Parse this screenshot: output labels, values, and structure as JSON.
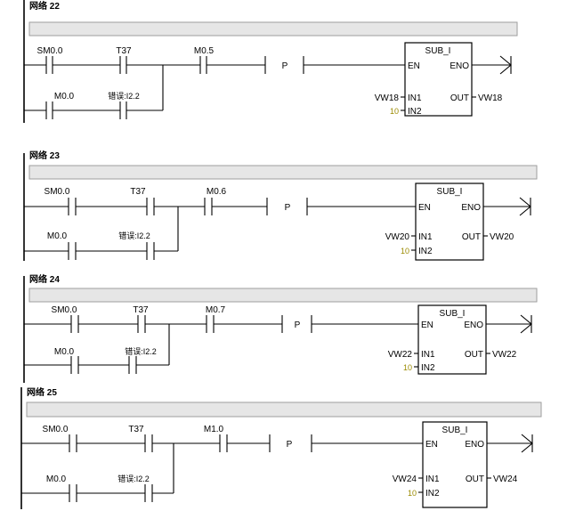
{
  "networks": [
    {
      "title": "网络 22",
      "contact1": "SM0.0",
      "contact2": "T37",
      "contact3": "M0.5",
      "branch1": "M0.0",
      "branch2": "错误:I2.2",
      "p": "P",
      "box": {
        "title": "SUB_I",
        "en": "EN",
        "eno": "ENO",
        "in1": "IN1",
        "in2": "IN2",
        "out": "OUT"
      },
      "in1_val": "VW18",
      "in2_val": "10",
      "out_val": "VW18"
    },
    {
      "title": "网络 23",
      "contact1": "SM0.0",
      "contact2": "T37",
      "contact3": "M0.6",
      "branch1": "M0.0",
      "branch2": "错误:I2.2",
      "p": "P",
      "box": {
        "title": "SUB_I",
        "en": "EN",
        "eno": "ENO",
        "in1": "IN1",
        "in2": "IN2",
        "out": "OUT"
      },
      "in1_val": "VW20",
      "in2_val": "10",
      "out_val": "VW20"
    },
    {
      "title": "网络 24",
      "contact1": "SM0.0",
      "contact2": "T37",
      "contact3": "M0.7",
      "branch1": "M0.0",
      "branch2": "错误:I2.2",
      "p": "P",
      "box": {
        "title": "SUB_I",
        "en": "EN",
        "eno": "ENO",
        "in1": "IN1",
        "in2": "IN2",
        "out": "OUT"
      },
      "in1_val": "VW22",
      "in2_val": "10",
      "out_val": "VW22"
    },
    {
      "title": "网络 25",
      "contact1": "SM0.0",
      "contact2": "T37",
      "contact3": "M1.0",
      "branch1": "M0.0",
      "branch2": "错误:I2.2",
      "p": "P",
      "box": {
        "title": "SUB_I",
        "en": "EN",
        "eno": "ENO",
        "in1": "IN1",
        "in2": "IN2",
        "out": "OUT"
      },
      "in1_val": "VW24",
      "in2_val": "10",
      "out_val": "VW24"
    }
  ]
}
